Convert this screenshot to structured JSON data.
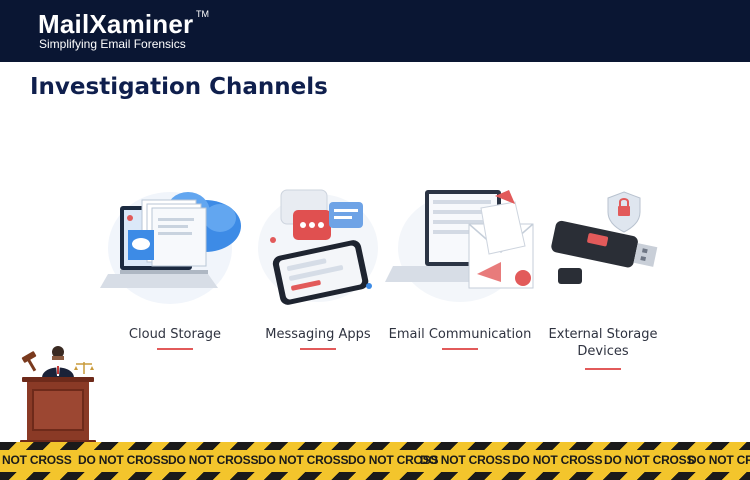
{
  "header": {
    "logo_text": "MailXaminer",
    "logo_tm": "TM",
    "tagline": "Simplifying Email Forensics"
  },
  "page_title": "Investigation Channels",
  "channels": [
    {
      "label": "Cloud Storage",
      "icon": "cloud-storage-icon"
    },
    {
      "label": "Messaging Apps",
      "icon": "messaging-apps-icon"
    },
    {
      "label": "Email Communication",
      "icon": "email-communication-icon"
    },
    {
      "label": "External Storage Devices",
      "icon": "usb-drive-icon"
    }
  ],
  "tape": {
    "items": [
      "NOT CROSS",
      "DO NOT CROSS",
      "DO NOT CROSS",
      "DO NOT CROSS",
      "DO NOT CROSS",
      "DO NOT CROSS",
      "DO NOT CROSS",
      "DO NOT CROSS",
      "DO NOT CROSS"
    ]
  },
  "colors": {
    "header_bg": "#0a1633",
    "title": "#0f1f4d",
    "accent_red": "#e25a5a",
    "tape_yellow": "#f3c52c",
    "tape_black": "#1a1a1a",
    "cloud_blue": "#3d8be6"
  }
}
